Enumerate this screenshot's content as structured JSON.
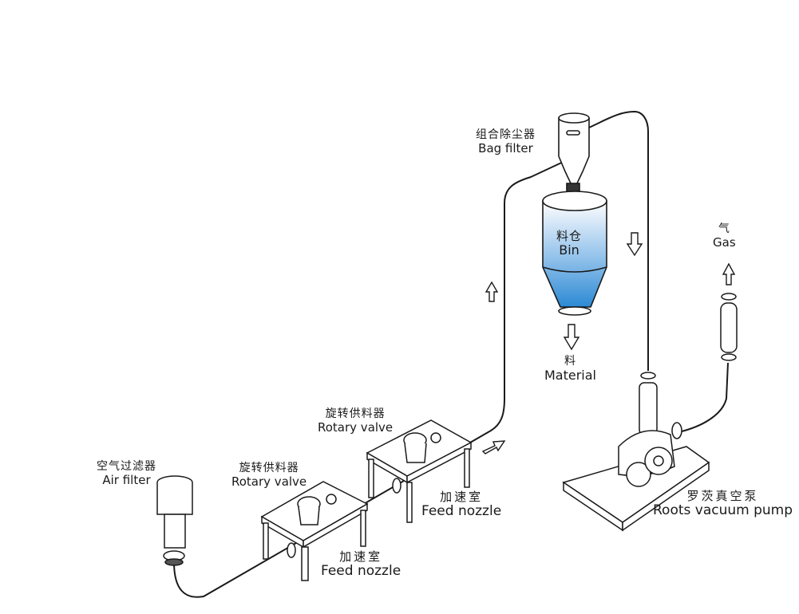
{
  "title": "Negative-pressure pneumatic conveying system",
  "components": {
    "bag_filter": {
      "zh": "组合除尘器",
      "en": "Bag filter"
    },
    "bin": {
      "zh": "料仓",
      "en": "Bin"
    },
    "material": {
      "zh": "料",
      "en": "Material"
    },
    "gas": {
      "zh": "气",
      "en": "Gas"
    },
    "roots_pump": {
      "zh": "罗茨真空泵",
      "en": "Roots vacuum pump"
    },
    "rotary_valve_1": {
      "zh": "旋转供料器",
      "en": "Rotary valve"
    },
    "rotary_valve_2": {
      "zh": "旋转供料器",
      "en": "Rotary valve"
    },
    "feed_nozzle_1": {
      "zh": "加速室",
      "en": "Feed nozzle"
    },
    "feed_nozzle_2": {
      "zh": "加速室",
      "en": "Feed nozzle"
    },
    "air_filter": {
      "zh": "空气过滤器",
      "en": "Air filter"
    }
  },
  "flow_arrows": [
    "up",
    "down",
    "up",
    "down",
    "up-right"
  ],
  "colors": {
    "bin_fill_top": "#e8f1fa",
    "bin_fill_bottom": "#2f8fd6",
    "line": "#1a1a1a"
  }
}
